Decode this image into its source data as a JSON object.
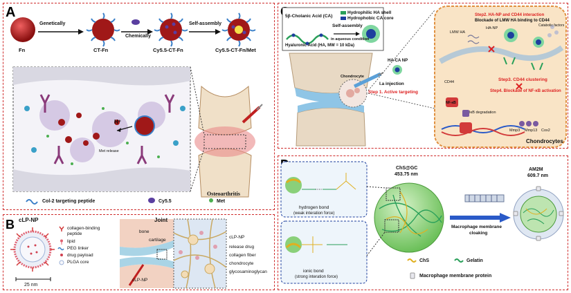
{
  "panel_a": {
    "letter": "A",
    "stages": [
      "Fn",
      "CT-Fn",
      "Cy5.5-CT-Fn",
      "Cy5.5-CT-Fn/Met"
    ],
    "arrows": [
      "Genetically",
      "Chemically",
      "Self-assembly"
    ],
    "hplus": "H⁺",
    "met_release": "Met release",
    "osteoarthritis": "Osteoarthritis",
    "legend": [
      "Col-2 targeting peptide",
      "Cy5.5",
      "Met"
    ]
  },
  "panel_b": {
    "letter": "B",
    "title": "cLP-NP",
    "legend": [
      "collagen-binding peptide",
      "lipid",
      "PEG linker",
      "drug payload",
      "PLGA core"
    ],
    "scale": "25 nm",
    "joint": "Joint",
    "bone": "bone",
    "cartilage": "cartilage",
    "inject_label": "cLP-NP",
    "right_labels": [
      "cLP-NP",
      "release drug",
      "collagen fiber",
      "chondrocyte",
      "glycosaminoglycan"
    ]
  },
  "panel_c": {
    "letter": "C",
    "ca_label": "5β-Cholanic Acid (CA)",
    "shell": "Hydrophilic HA shell",
    "core": "Hydrophobic CA core",
    "self_assembly_1": "Self-assembly",
    "self_assembly_2": "in aqueous condition",
    "ha_label": "Hyaluronic Acid (HA, MW = 10 kDa)",
    "hacanp": "HA-CA NP",
    "injection": "I.a injection",
    "chondrocyte": "Chondrocyte",
    "step1": "Step 1. Active targeting",
    "step2a": "Step2. HA-NP and CD44 interaction",
    "step2b": "Blockade of LMW HA binding to CD44",
    "hanp": "HA-NP",
    "lmwha": "LMW HA",
    "catabolic": "Catabolic factors",
    "cd44": "CD44",
    "step3": "Step3. CD44 clustering",
    "step4": "Step4. Blockade of NF-κB activation",
    "nfkb": "NF-κB",
    "ikb": "IκB degradation",
    "genes": [
      "Mmp3",
      "Mmp13",
      "Cox2"
    ],
    "chondrocytes": "Chondrocytes"
  },
  "panel_d": {
    "letter": "D",
    "chs_gc": "ChS@GC",
    "size1": "453.75 nm",
    "am2m": "AM2M",
    "size2": "609.7 nm",
    "hbond": "hydrogen bond",
    "hbond_sub": "(weak interation force)",
    "ionic": "ionic bond",
    "ionic_sub": "(strong interation force)",
    "cloaking1": "Macrophage membrane",
    "cloaking2": "cloaking",
    "chs": "ChS",
    "gelatin": "Gelatin",
    "protein": "Macrophage membrane protein"
  }
}
